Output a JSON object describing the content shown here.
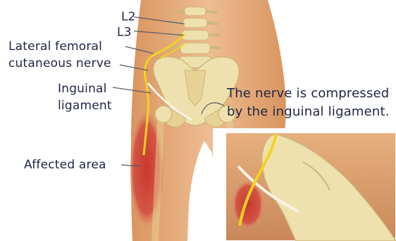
{
  "labels": {
    "l2": "L2",
    "l3": "L3",
    "lateral_femoral": "Lateral femoral",
    "cutaneous_nerve": "cutaneous nerve",
    "inguinal": "Inguinal",
    "ligament": "ligament",
    "affected_area": "Affected area",
    "caption_line1": "The nerve is compressed",
    "caption_line2": "by the inguinal ligament."
  },
  "colors": {
    "skin": "#e9b58a",
    "skin_shadow": "#d79a6c",
    "bone": "#efe1ad",
    "bone_shade": "#cfb77a",
    "nerve": "#f3d21f",
    "affected": "#c8322a",
    "text": "#1f2447",
    "leader": "#5a5a66"
  }
}
